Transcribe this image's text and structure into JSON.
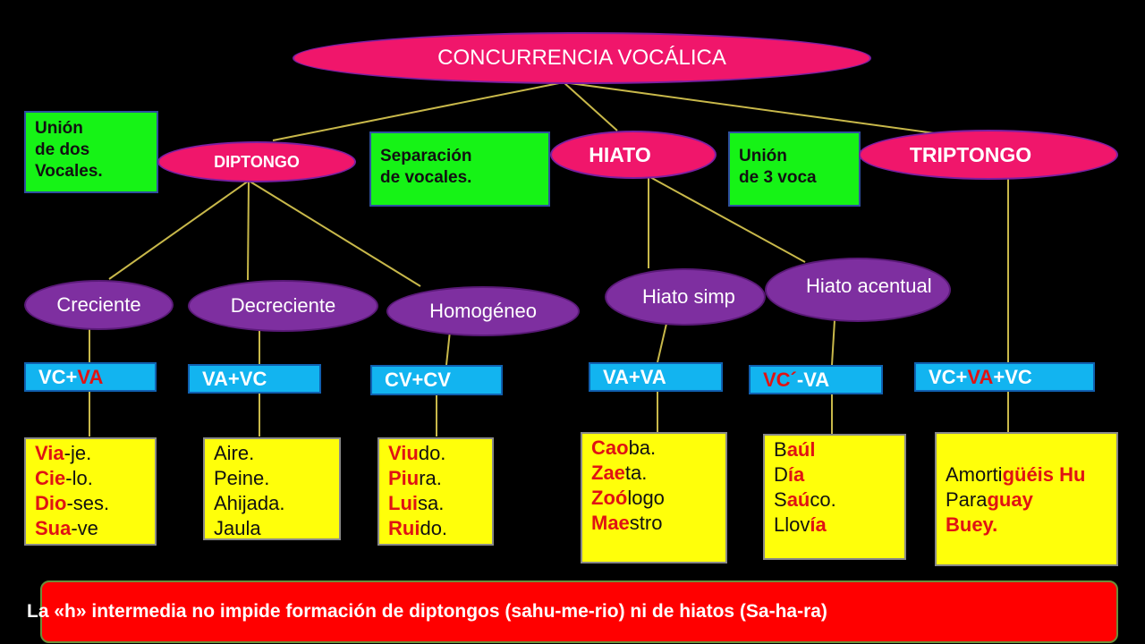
{
  "title": "CONCURRENCIA VOCÁLICA",
  "categories": [
    {
      "name": "DIPTONGO",
      "definition": [
        "Unión",
        "de dos",
        "Vocales."
      ]
    },
    {
      "name": "HIATO",
      "definition": [
        "Separación",
        "de vocales."
      ]
    },
    {
      "name": "TRIPTONGO",
      "definition": [
        "Unión",
        "de 3  voca"
      ]
    }
  ],
  "subtypes": [
    {
      "name": "Creciente",
      "formula": [
        {
          "t": "VC+",
          "hl": false
        },
        {
          "t": "VA",
          "hl": true
        }
      ],
      "examples": [
        [
          [
            "Via",
            true
          ],
          [
            "-je.",
            false
          ]
        ],
        [
          [
            "Cie",
            true
          ],
          [
            "-lo.",
            false
          ]
        ],
        [
          [
            "Dio",
            true
          ],
          [
            "-ses.",
            false
          ]
        ],
        [
          [
            "Sua",
            true
          ],
          [
            "-ve",
            false
          ]
        ]
      ]
    },
    {
      "name": "Decreciente",
      "formula": [
        {
          "t": "VA+VC",
          "hl": false
        }
      ],
      "examples": [
        [
          [
            "Aire.",
            false
          ]
        ],
        [
          [
            "Peine.",
            false
          ]
        ],
        [
          [
            "Ahijada.",
            false
          ]
        ],
        [
          [
            "Jaula",
            false
          ]
        ]
      ]
    },
    {
      "name": "Homogéneo",
      "formula": [
        {
          "t": "CV+CV",
          "hl": false
        }
      ],
      "examples": [
        [
          [
            "Viu",
            true
          ],
          [
            "do.",
            false
          ]
        ],
        [
          [
            "Piu",
            true
          ],
          [
            "ra.",
            false
          ]
        ],
        [
          [
            "Lui",
            true
          ],
          [
            "sa.",
            false
          ]
        ],
        [
          [
            "Rui",
            true
          ],
          [
            "do.",
            false
          ]
        ]
      ]
    },
    {
      "name": "Hiato simp",
      "formula": [
        {
          "t": "VA+VA",
          "hl": false
        }
      ],
      "examples": [
        [
          [
            "Cao",
            true
          ],
          [
            "ba.",
            false
          ]
        ],
        [
          [
            "Zae",
            true
          ],
          [
            "ta.",
            false
          ]
        ],
        [
          [
            "Zoó",
            true
          ],
          [
            "logo",
            false
          ]
        ],
        [
          [
            "Mae",
            true
          ],
          [
            "stro",
            false
          ]
        ]
      ]
    },
    {
      "name": "Hiato acentual",
      "formula": [
        {
          "t": "VC´",
          "hl": true
        },
        {
          "t": "-VA",
          "hl": false
        }
      ],
      "examples": [
        [
          [
            "B",
            false
          ],
          [
            "aúl",
            true
          ]
        ],
        [
          [
            "D",
            false
          ],
          [
            "ía",
            true
          ]
        ],
        [
          [
            "S",
            false
          ],
          [
            "aú",
            true
          ],
          [
            "co.",
            false
          ]
        ],
        [
          [
            "Llov",
            false
          ],
          [
            "ía",
            true
          ]
        ]
      ]
    },
    {
      "name": "",
      "formula": [
        {
          "t": "VC+",
          "hl": false
        },
        {
          "t": "VA",
          "hl": true
        },
        {
          "t": "+VC",
          "hl": false
        }
      ],
      "examples": [
        [
          [
            "Amorti",
            false
          ],
          [
            "güéis Hu",
            true
          ]
        ],
        [
          [
            "Para",
            false
          ],
          [
            "guay",
            true
          ]
        ],
        [
          [
            "Buey.",
            true
          ]
        ]
      ]
    }
  ],
  "note": "La «h» intermedia no impide formación de diptongos (sahu-me-rio) ni de hiatos (Sa-ha-ra)",
  "colors": {
    "ellipse_main": "#f0166b",
    "ellipse_sub": "#7e2fa0",
    "definition": "#16f316",
    "formula": "#12b4f0",
    "examples": "#ffff0a",
    "highlight": "#e01313",
    "note": "#ff0000",
    "connector": "#c8b84a"
  }
}
